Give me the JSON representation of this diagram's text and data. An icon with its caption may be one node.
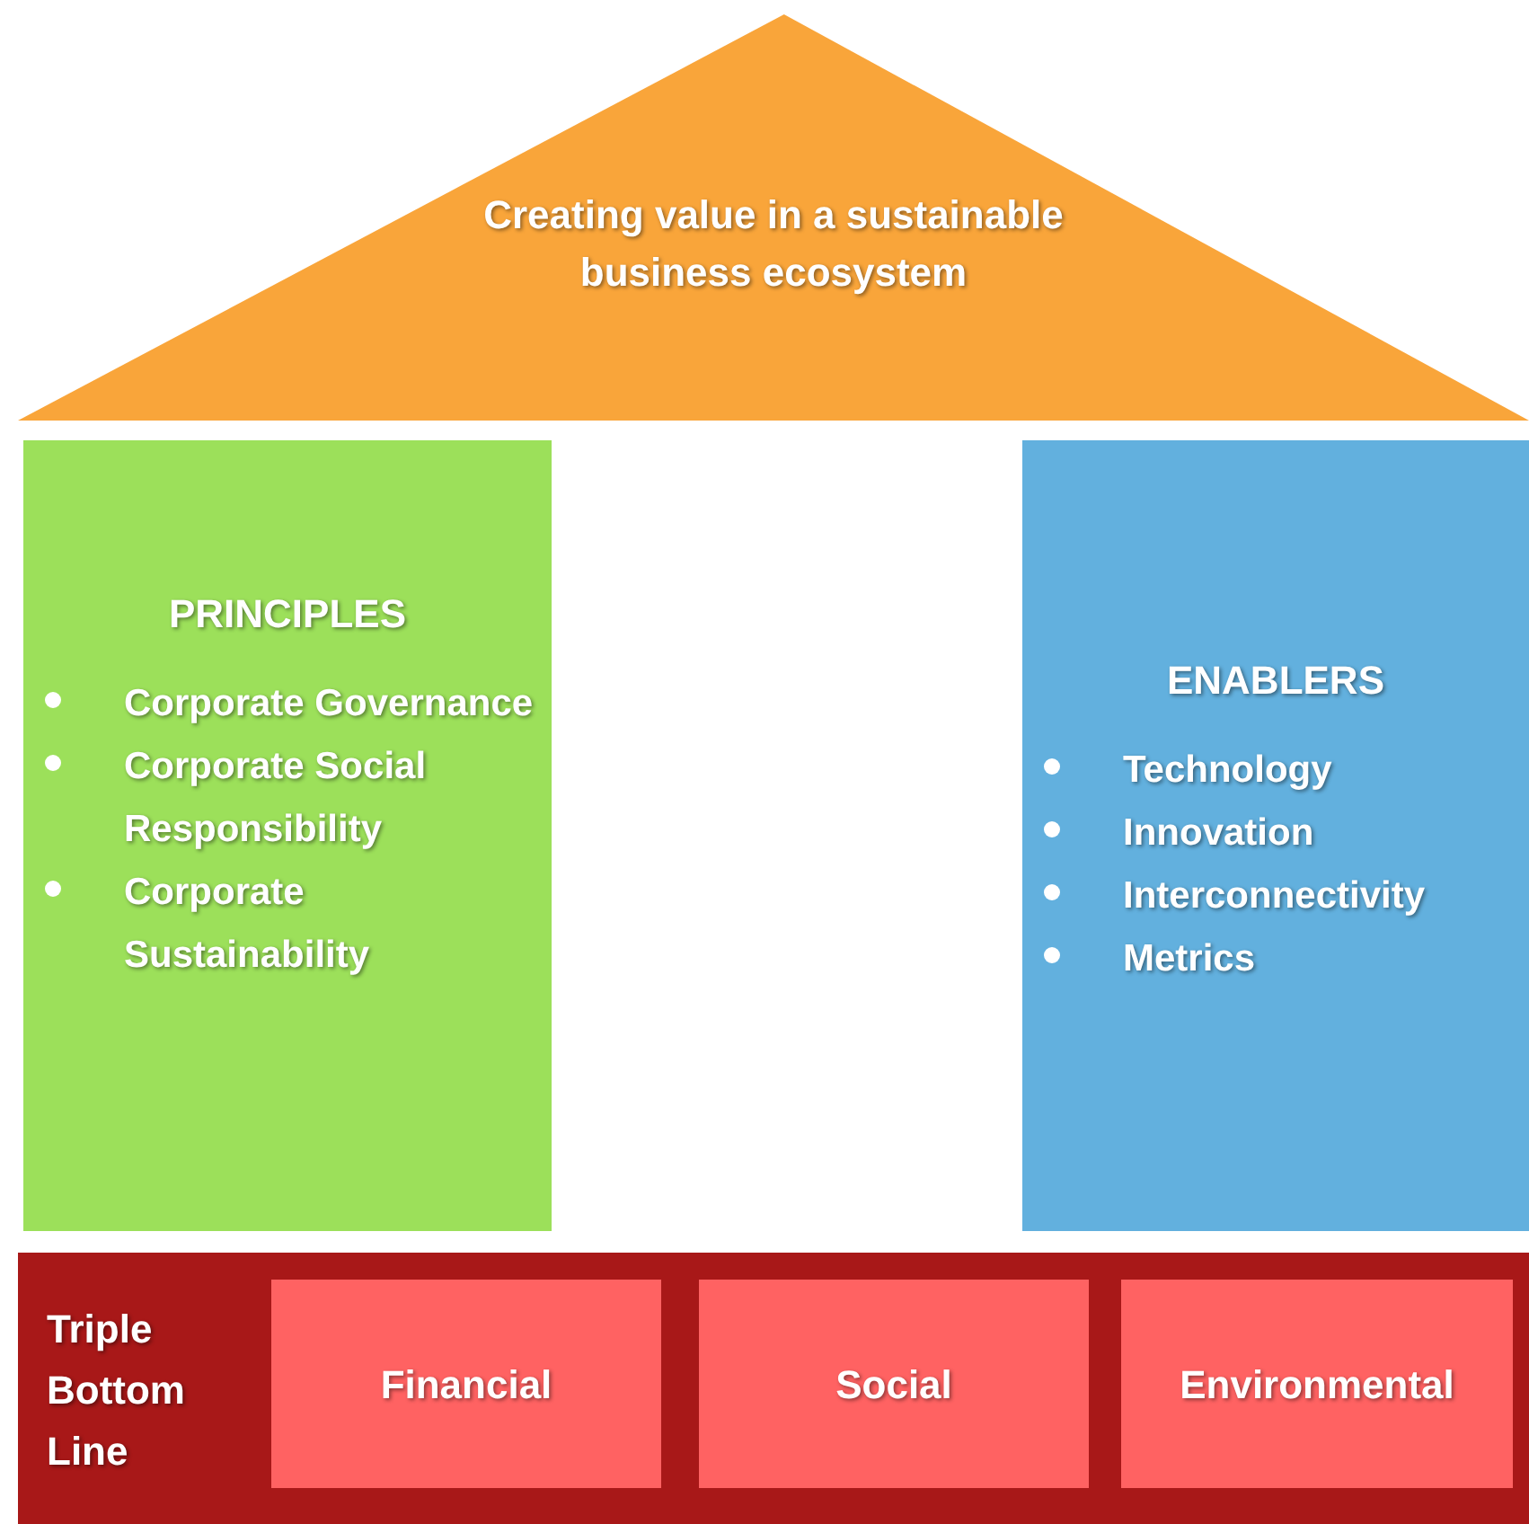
{
  "diagram": {
    "nodes": [
      {
        "text": [
          "Creating value in a sustainable business ecosystem"
        ]
      },
      {
        "text": [
          "PRINCIPLES",
          "Corporate Governance",
          "Corporate Social Responsibility",
          "Corporate Sustainability"
        ]
      },
      {
        "text": [
          "ENABLERS",
          "Technology",
          "Innovation",
          "Interconnectivity",
          "Metrics"
        ]
      },
      {
        "text": [
          "Triple Bottom Line"
        ]
      },
      {
        "text": [
          "Financial"
        ],
        "in": 3
      },
      {
        "text": [
          "Social"
        ],
        "in": 3
      },
      {
        "text": [
          "Environmental"
        ],
        "in": 3
      }
    ]
  }
}
